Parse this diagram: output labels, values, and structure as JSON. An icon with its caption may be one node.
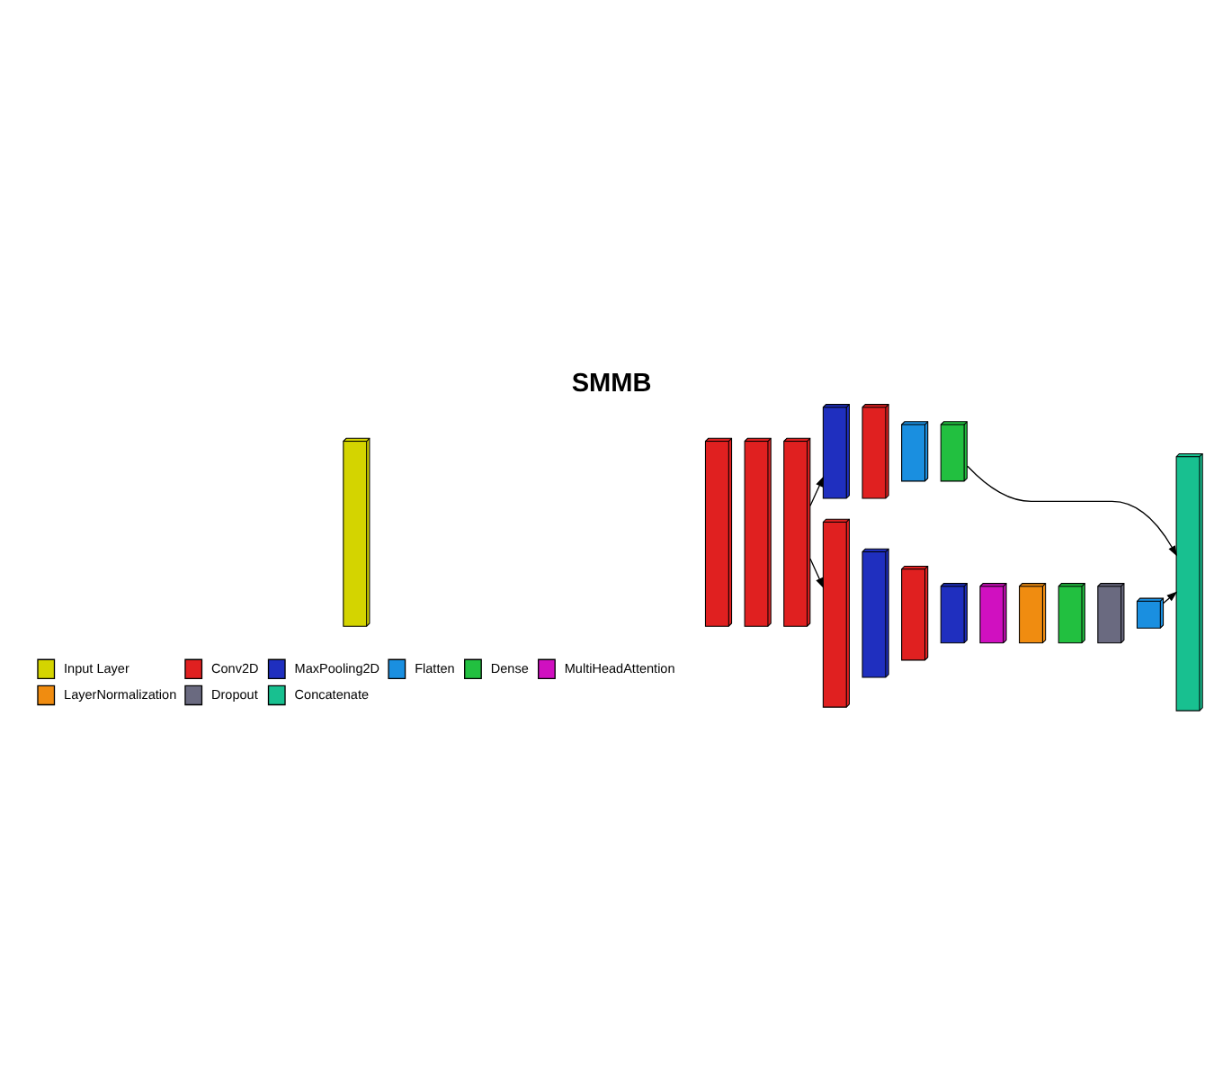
{
  "diagram": {
    "title": "SMMB",
    "nodes": [
      {
        "text": [],
        "shape": "box"
      },
      {
        "text": [],
        "shape": "box"
      },
      {
        "text": [],
        "shape": "box"
      },
      {
        "text": [],
        "shape": "box"
      },
      {
        "text": [],
        "shape": "box"
      },
      {
        "text": [],
        "shape": "box"
      },
      {
        "text": [],
        "shape": "box"
      },
      {
        "text": [],
        "shape": "box"
      },
      {
        "text": [],
        "shape": "box"
      },
      {
        "text": [],
        "shape": "box"
      },
      {
        "text": [],
        "shape": "box"
      },
      {
        "text": [],
        "shape": "box"
      },
      {
        "text": [],
        "shape": "box"
      },
      {
        "text": [],
        "shape": "box"
      },
      {
        "text": [],
        "shape": "box"
      },
      {
        "text": [],
        "shape": "box"
      },
      {
        "text": [],
        "shape": "box"
      },
      {
        "text": [],
        "shape": "box"
      }
    ],
    "edges": [
      {
        "from": 3,
        "to": 4,
        "arrow": "to"
      },
      {
        "from": 3,
        "to": 8,
        "arrow": "to"
      },
      {
        "from": 7,
        "to": 17,
        "arrow": "to"
      },
      {
        "from": 16,
        "to": 17,
        "arrow": "to"
      }
    ],
    "legend": [
      {
        "text": "Input Layer",
        "color": "#d4d400"
      },
      {
        "text": "Conv2D",
        "color": "#e02020"
      },
      {
        "text": "MaxPooling2D",
        "color": "#1f2fbf"
      },
      {
        "text": "Flatten",
        "color": "#1a8fe0"
      },
      {
        "text": "Dense",
        "color": "#22c040"
      },
      {
        "text": "MultiHeadAttention",
        "color": "#d010c0"
      },
      {
        "text": "LayerNormalization",
        "color": "#f08c10"
      },
      {
        "text": "Dropout",
        "color": "#6a6a80"
      },
      {
        "text": "Concatenate",
        "color": "#18c090"
      }
    ]
  }
}
